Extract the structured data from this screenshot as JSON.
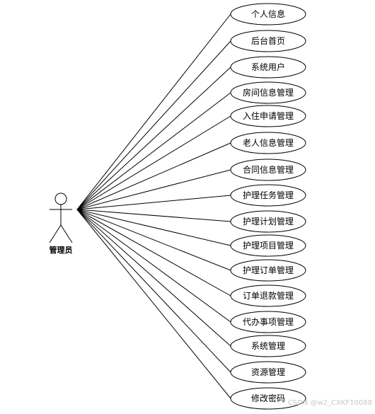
{
  "actor": {
    "label": "管理员"
  },
  "use_cases": [
    {
      "label": "个人信息"
    },
    {
      "label": "后台首页"
    },
    {
      "label": "系统用户"
    },
    {
      "label": "房间信息管理"
    },
    {
      "label": "入住申请管理"
    },
    {
      "label": "老人信息管理"
    },
    {
      "label": "合同信息管理"
    },
    {
      "label": "护理任务管理"
    },
    {
      "label": "护理计划管理"
    },
    {
      "label": "护理项目管理"
    },
    {
      "label": "护理订单管理"
    },
    {
      "label": "订单退款管理"
    },
    {
      "label": "代办事项管理"
    },
    {
      "label": "系统管理"
    },
    {
      "label": "资源管理"
    },
    {
      "label": "修改密码"
    }
  ],
  "watermark": "CSDN @w2_CXKF10088"
}
